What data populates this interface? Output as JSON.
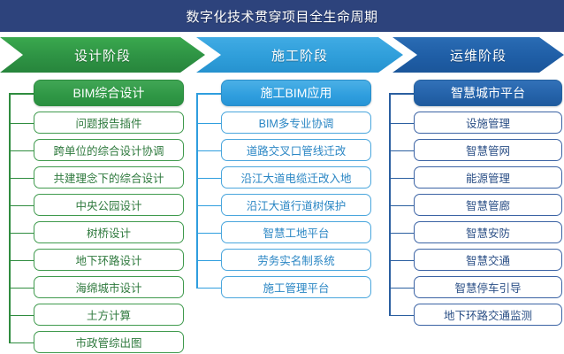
{
  "header": {
    "title": "数字化技术贯穿项目全生命周期",
    "background_color": "#2d437c",
    "text_color": "#ffffff"
  },
  "phases": [
    {
      "label": "设计阶段",
      "color": "#2e9344",
      "name": "design-phase"
    },
    {
      "label": "施工阶段",
      "color": "#2f9eda",
      "name": "construction-phase"
    },
    {
      "label": "运维阶段",
      "color": "#1f5ea6",
      "name": "operation-phase"
    }
  ],
  "columns": [
    {
      "name": "design-column",
      "accent": "#2f9745",
      "border": "#3f9a4d",
      "text": "#2f7a3e",
      "header": "BIM综合设计",
      "items": [
        "问题报告插件",
        "跨单位的综合设计协调",
        "共建理念下的综合设计",
        "中央公园设计",
        "树桥设计",
        "地下环路设计",
        "海绵城市设计",
        "土方计算",
        "市政管综出图"
      ]
    },
    {
      "name": "construction-column",
      "accent": "#2f9ede",
      "border": "#4aa6dd",
      "text": "#2a86c4",
      "header": "施工BIM应用",
      "items": [
        "BIM多专业协调",
        "道路交叉口管线迁改",
        "沿江大道电缆迁改入地",
        "沿江大道行道树保护",
        "智慧工地平台",
        "劳务实名制系统",
        "施工管理平台"
      ]
    },
    {
      "name": "operation-column",
      "accent": "#2462a9",
      "border": "#3b63a4",
      "text": "#2b4f86",
      "header": "智慧城市平台",
      "items": [
        "设施管理",
        "智慧管网",
        "能源管理",
        "智慧管廊",
        "智慧安防",
        "智慧交通",
        "智慧停车引导",
        "地下环路交通监测"
      ]
    }
  ]
}
